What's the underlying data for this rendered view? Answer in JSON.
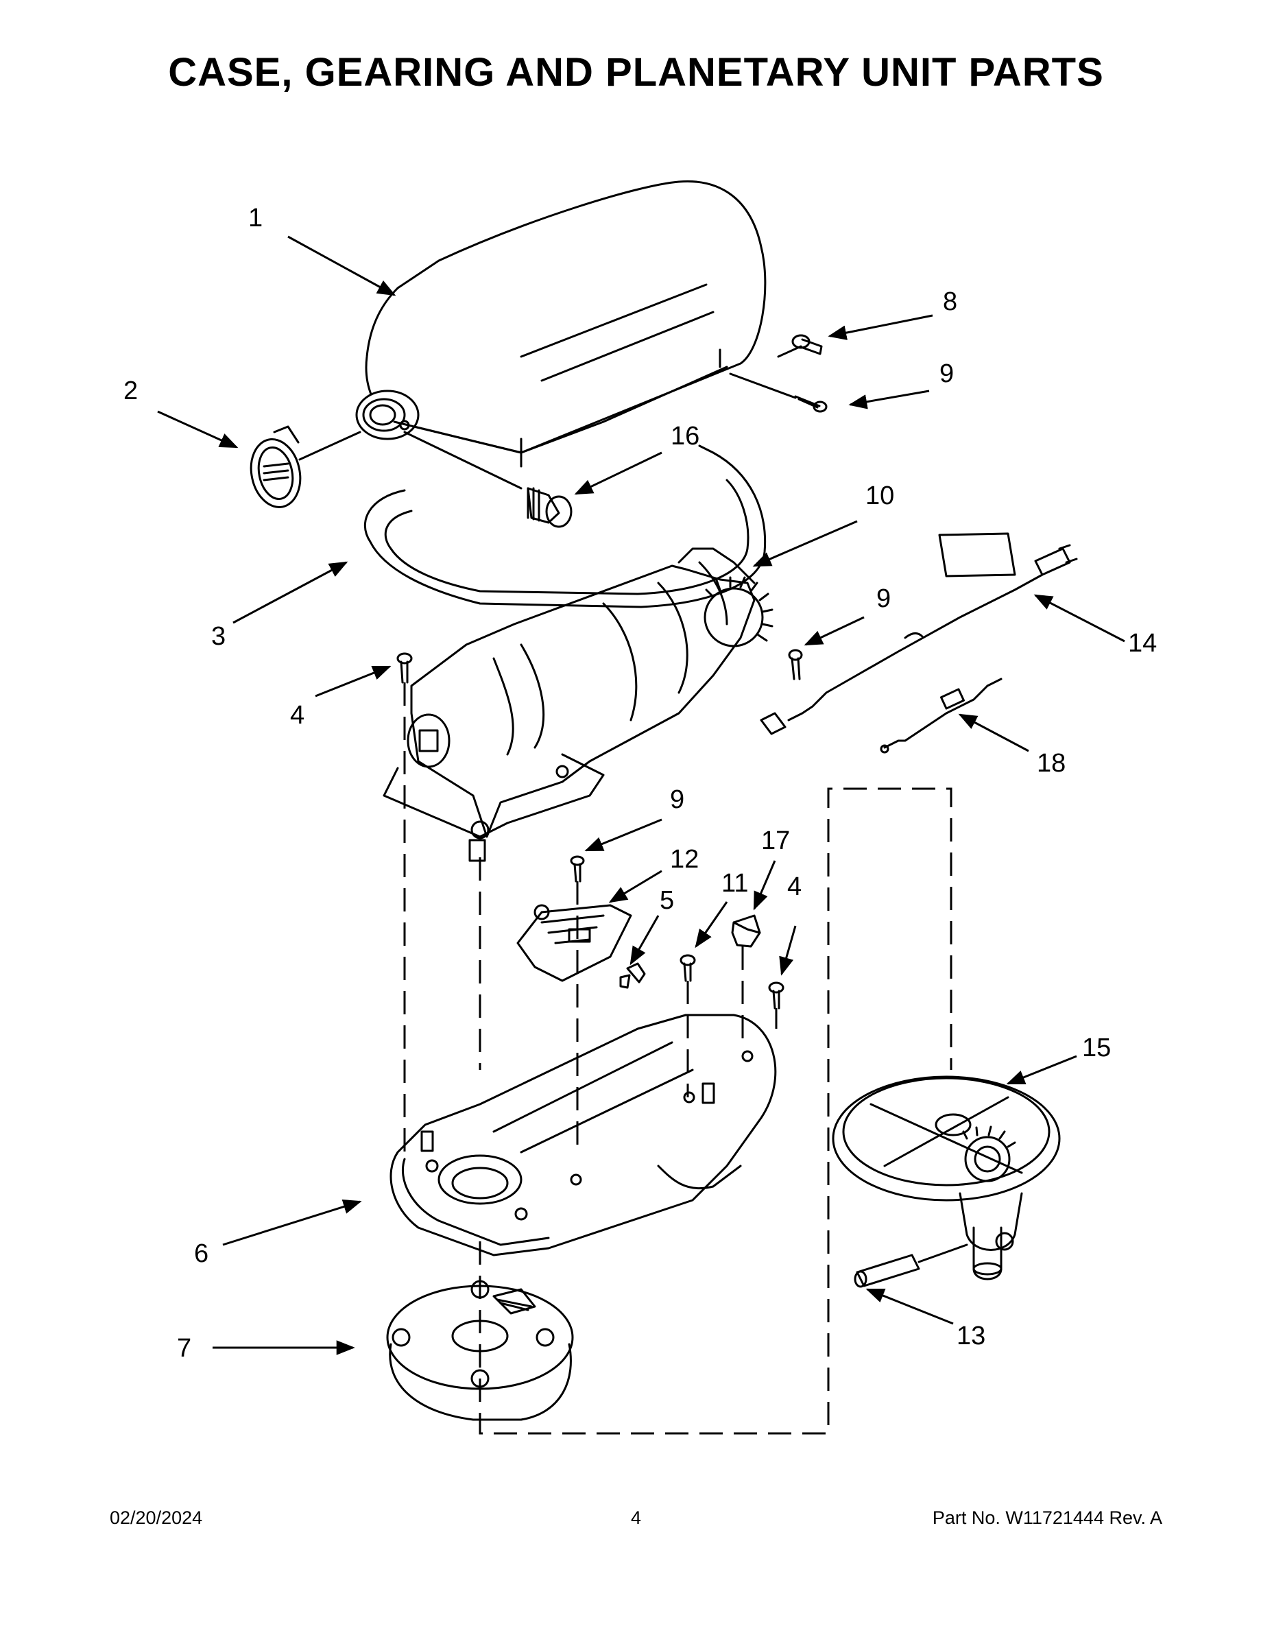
{
  "title": "CASE, GEARING AND PLANETARY UNIT PARTS",
  "callouts": [
    {
      "key": "1",
      "label": "1"
    },
    {
      "key": "2",
      "label": "2"
    },
    {
      "key": "3",
      "label": "3"
    },
    {
      "key": "4a",
      "label": "4"
    },
    {
      "key": "4b",
      "label": "4"
    },
    {
      "key": "5",
      "label": "5"
    },
    {
      "key": "6",
      "label": "6"
    },
    {
      "key": "7",
      "label": "7"
    },
    {
      "key": "8",
      "label": "8"
    },
    {
      "key": "9a",
      "label": "9"
    },
    {
      "key": "9b",
      "label": "9"
    },
    {
      "key": "9c",
      "label": "9"
    },
    {
      "key": "10",
      "label": "10"
    },
    {
      "key": "11",
      "label": "11"
    },
    {
      "key": "12",
      "label": "12"
    },
    {
      "key": "13",
      "label": "13"
    },
    {
      "key": "14",
      "label": "14"
    },
    {
      "key": "15",
      "label": "15"
    },
    {
      "key": "16",
      "label": "16"
    },
    {
      "key": "17",
      "label": "17"
    },
    {
      "key": "18",
      "label": "18"
    }
  ],
  "footer": {
    "date": "02/20/2024",
    "page": "4",
    "part_number": "Part No.  W11721444  Rev.  A"
  }
}
